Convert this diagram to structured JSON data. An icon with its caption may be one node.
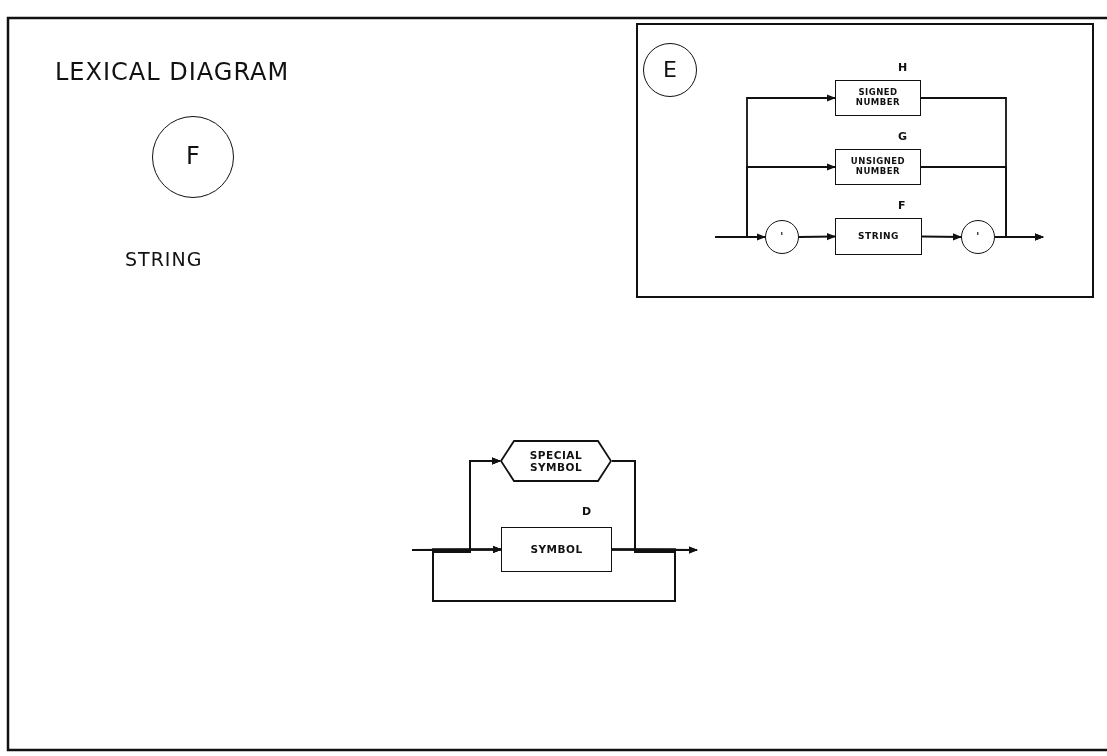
{
  "diagram": {
    "title": "LEXICAL DIAGRAM",
    "nodes": [
      {
        "text": [
          "F"
        ]
      },
      {
        "text": [],
        "shape": "box"
      },
      {
        "text": [
          "E"
        ],
        "in": 1
      },
      {
        "text": [
          "SIGNED NUMBER"
        ],
        "beside": [
          "H"
        ],
        "in": 1
      },
      {
        "text": [
          "UNSIGNED NUMBER"
        ],
        "beside": [
          "G"
        ],
        "in": 1
      },
      {
        "text": [
          "'"
        ],
        "in": 1
      },
      {
        "text": [
          "STRING"
        ],
        "beside": [
          "F"
        ],
        "in": 1
      },
      {
        "text": [
          "'"
        ],
        "in": 1
      },
      {
        "text": [
          "SPECIAL SYMBOL"
        ]
      },
      {
        "text": [
          "SYMBOL"
        ],
        "beside": [
          "D"
        ]
      }
    ],
    "edges": [
      {
        "from": null,
        "to": 3,
        "arrow": "to"
      },
      {
        "from": null,
        "to": 4,
        "arrow": "to"
      },
      {
        "from": null,
        "to": 5,
        "arrow": "to"
      },
      {
        "from": 5,
        "to": 6,
        "arrow": "to"
      },
      {
        "from": 6,
        "to": 7,
        "arrow": "to"
      },
      {
        "from": 3,
        "to": null,
        "arrow": "to"
      },
      {
        "from": 4,
        "to": null,
        "arrow": "to"
      },
      {
        "from": 7,
        "to": null,
        "arrow": "to"
      },
      {
        "from": null,
        "to": 8,
        "arrow": "to"
      },
      {
        "from": null,
        "to": 9,
        "arrow": "to"
      },
      {
        "from": 8,
        "to": null,
        "arrow": "to"
      },
      {
        "from": 9,
        "to": null,
        "arrow": "to"
      },
      {
        "from": 9,
        "to": 9,
        "arrow": "to"
      },
      {
        "from": 9,
        "to": 8,
        "arrow": "to"
      },
      {
        "from": 8,
        "to": 9,
        "arrow": "to"
      },
      {
        "from": 8,
        "to": 8,
        "arrow": "to"
      }
    ],
    "labels": [
      "STRING"
    ]
  }
}
